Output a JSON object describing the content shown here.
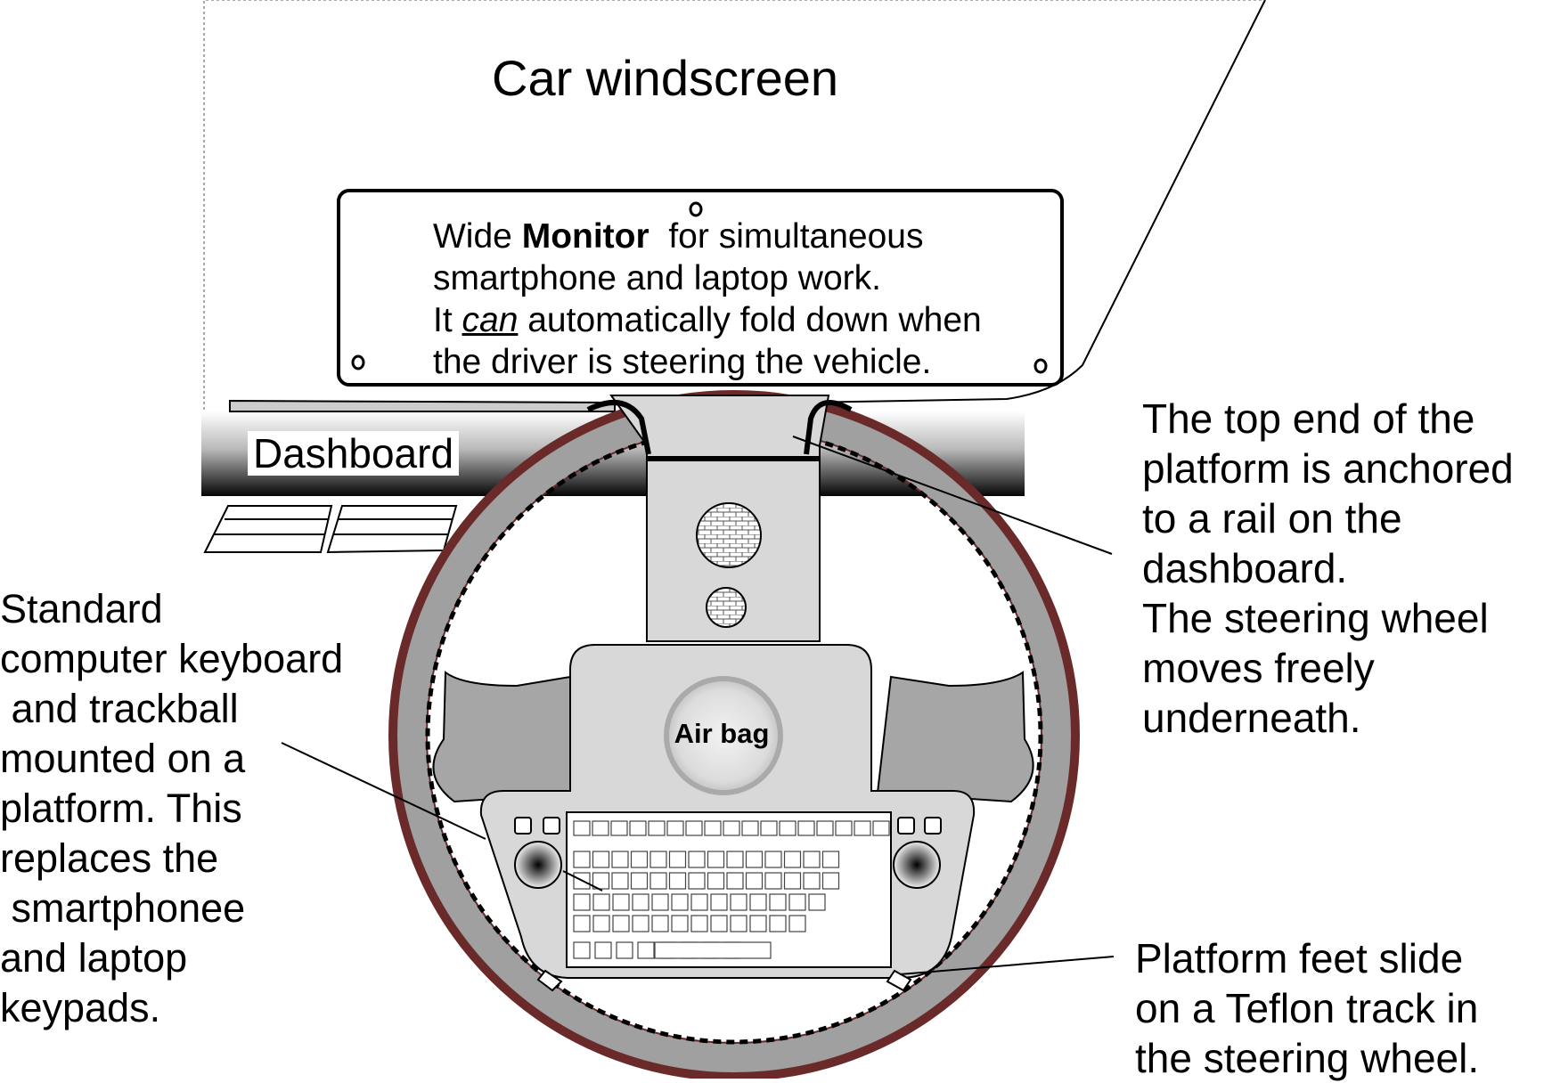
{
  "labels": {
    "windscreen": "Car windscreen",
    "dashboard": "Dashboard",
    "airbag": "Air bag"
  },
  "monitor_text": {
    "line1_pre": "Wide ",
    "line1_bold": "Monitor",
    "line1_post": "  for simultaneous",
    "line2": "smartphone and laptop work.",
    "line3_pre": "It ",
    "line3_italic": "can",
    "line3_post": " automatically fold down when",
    "line4": "the driver is steering the vehicle."
  },
  "left_note": [
    "Standard",
    "computer keyboard",
    " and trackball",
    "mounted on a",
    "platform. This",
    "replaces the",
    " smartphonee",
    "and laptop",
    "keypads."
  ],
  "right_note": [
    "The top end of the",
    "platform is anchored",
    "to a rail on the",
    "dashboard.",
    "The steering wheel",
    "moves freely",
    "underneath."
  ],
  "feet_note": [
    "Platform feet slide",
    "on a Teflon track in",
    "the steering wheel."
  ],
  "colors": {
    "wheel_rim": "#9a9a9a",
    "wheel_outline": "#6b2a2a",
    "platform": "#d8d8d8",
    "spokes": "#a6a6a6",
    "ink": "#000000"
  },
  "icons": [
    "speaker-grille-icon",
    "trackball-icon",
    "keyboard-icon"
  ]
}
